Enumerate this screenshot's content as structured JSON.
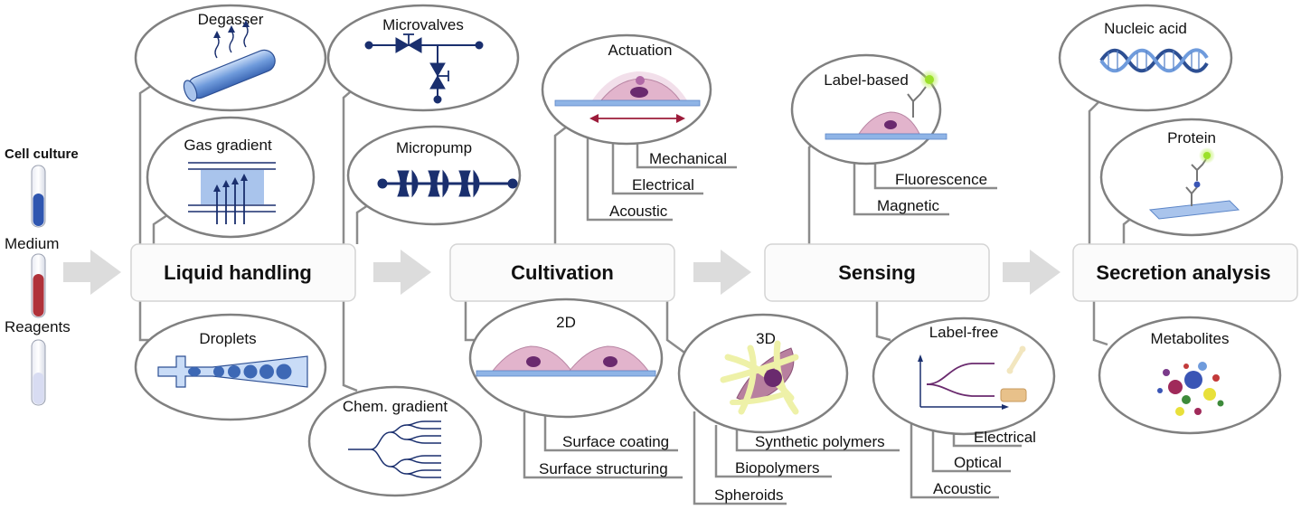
{
  "tubes": [
    {
      "label": "Cell culture",
      "color": "#2f56b0"
    },
    {
      "label": "Medium",
      "color": "#b0323a"
    },
    {
      "label": "Reagents",
      "color": "#d8dcf2"
    }
  ],
  "stages": [
    {
      "label": "Liquid handling"
    },
    {
      "label": "Cultivation"
    },
    {
      "label": "Sensing"
    },
    {
      "label": "Secretion analysis"
    }
  ],
  "ellipses": {
    "degasser": "Degasser",
    "gas_gradient": "Gas gradient",
    "droplets": "Droplets",
    "microvalves": "Microvalves",
    "micropump": "Micropump",
    "chem_gradient": "Chem. gradient",
    "actuation": "Actuation",
    "cult_2d": "2D",
    "cult_3d": "3D",
    "label_based": "Label-based",
    "label_free": "Label-free",
    "nucleic_acid": "Nucleic acid",
    "protein": "Protein",
    "metabolites": "Metabolites"
  },
  "sublabels": {
    "mechanical": "Mechanical",
    "electrical_act": "Electrical",
    "acoustic_act": "Acoustic",
    "surface_coating": "Surface coating",
    "surface_structuring": "Surface structuring",
    "synthetic_polymers": "Synthetic polymers",
    "biopolymers": "Biopolymers",
    "spheroids": "Spheroids",
    "fluorescence": "Fluorescence",
    "magnetic": "Magnetic",
    "electrical_sense": "Electrical",
    "optical": "Optical",
    "acoustic_sense": "Acoustic"
  },
  "colors": {
    "valve_blue": "#1a2f6e",
    "cell_pink": "#e2b4cc",
    "nucleus_purple": "#6a2a6e",
    "substrate_blue": "#8fb4e6",
    "fluor_green": "#9be02a"
  }
}
